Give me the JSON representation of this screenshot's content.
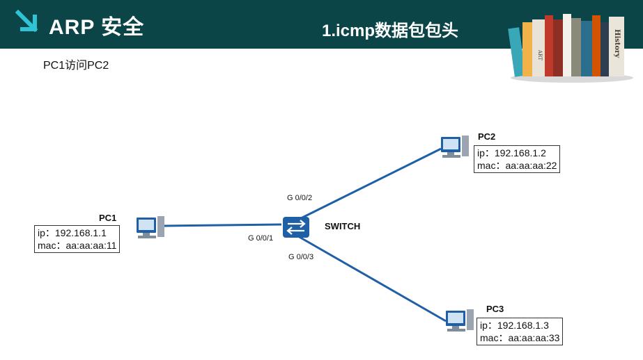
{
  "header": {
    "title": "ARP 安全",
    "subtitle": "1.icmp数据包包头",
    "book_spine_labels": [
      "ART",
      "History"
    ]
  },
  "subheading": "PC1访问PC2",
  "diagram": {
    "switch": {
      "label": "SWITCH"
    },
    "ports": {
      "g1": "G 0/0/1",
      "g2": "G 0/0/2",
      "g3": "G 0/0/3"
    },
    "hosts": [
      {
        "name": "PC1",
        "ip": "ip：192.168.1.1",
        "mac": "mac：aa:aa:aa:11"
      },
      {
        "name": "PC2",
        "ip": "ip：192.168.1.2",
        "mac": "mac：aa:aa:aa:22"
      },
      {
        "name": "PC3",
        "ip": "ip：192.168.1.3",
        "mac": "mac：aa:aa:aa:33"
      }
    ],
    "colors": {
      "link": "#1f5fa6",
      "switch": "#1f5fa6",
      "header": "#0c4548",
      "accent": "#2ec4d6"
    }
  }
}
